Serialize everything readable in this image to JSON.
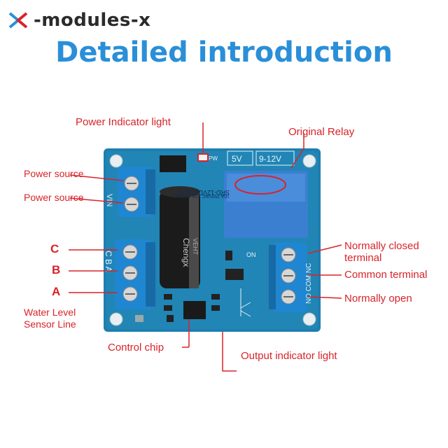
{
  "brand": {
    "name": "-modules-x"
  },
  "title": "Detailed introduction",
  "labels": {
    "power_indicator": "Power Indicator light",
    "original_relay": "Original Relay",
    "power_source_1": "Power source",
    "power_source_2": "Power source",
    "c": "C",
    "b": "B",
    "a": "A",
    "water_sensor_line1": "Water Level",
    "water_sensor_line2": "Sensor Line",
    "control_chip": "Control chip",
    "output_indicator": "Output indicator light",
    "nc_line1": "Normally closed",
    "nc_line2": "terminal",
    "common": "Common terminal",
    "no": "Normally open"
  },
  "board_text": {
    "vin": "VIN",
    "cba": "C  B  A",
    "v5": "5V",
    "v912": "9-12V",
    "pw": "PW",
    "on": "ON",
    "nc_com_no": "NO COM NC",
    "relay_model": "SRD-12VDC-SL-C",
    "relay_spec": "10A 250VAC  10A 125VAC",
    "cap_brand": "Chengx",
    "cap_series": "VEHT"
  },
  "colors": {
    "label_red": "#d8232a",
    "title_blue": "#2a8fd8",
    "pcb_blue": "#1e7fb0",
    "terminal_blue": "#1f86d1",
    "relay_blue": "#3b7fd1"
  }
}
